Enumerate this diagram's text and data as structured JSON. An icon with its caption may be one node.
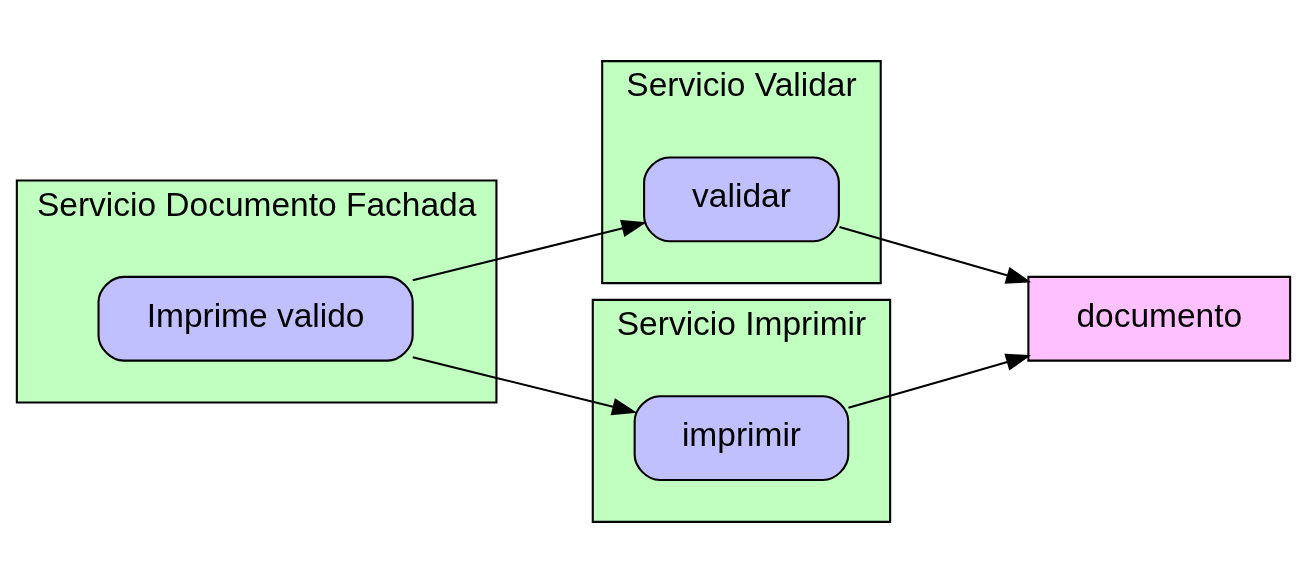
{
  "diagram": {
    "nodes": [
      {
        "text": [
          "Servicio Documento Fachada"
        ]
      },
      {
        "text": [
          "Imprime valido"
        ],
        "in": 0
      },
      {
        "text": [
          "Servicio Validar"
        ]
      },
      {
        "text": [
          "validar"
        ],
        "in": 2
      },
      {
        "text": [
          "Servicio Imprimir"
        ]
      },
      {
        "text": [
          "imprimir"
        ],
        "in": 4
      },
      {
        "text": [
          "documento"
        ]
      }
    ],
    "edges": [
      {
        "from": 1,
        "to": 3,
        "arrow": "to"
      },
      {
        "from": 1,
        "to": 5,
        "arrow": "to"
      },
      {
        "from": 3,
        "to": 6,
        "arrow": "to"
      },
      {
        "from": 5,
        "to": 6,
        "arrow": "to"
      }
    ]
  }
}
